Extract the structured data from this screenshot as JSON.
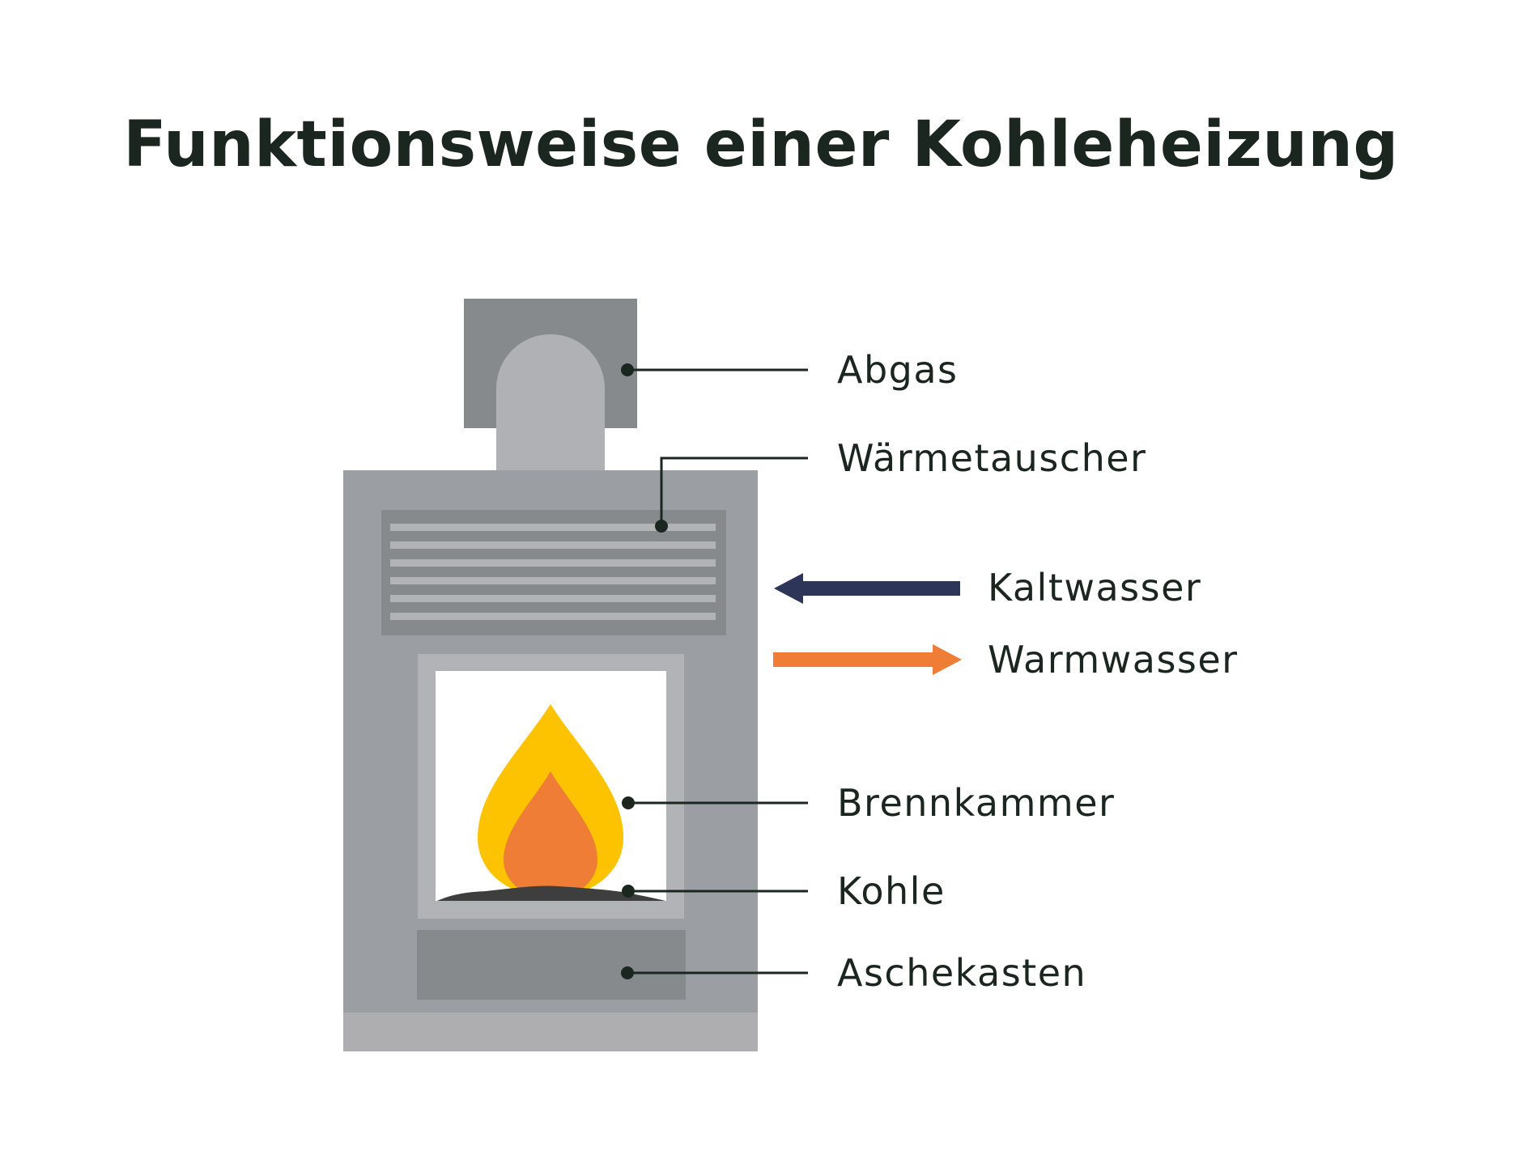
{
  "title": "Funktionsweise einer Kohleheizung",
  "labels": {
    "abgas": "Abgas",
    "waermetauscher": "Wärmetauscher",
    "kaltwasser": "Kaltwasser",
    "warmwasser": "Warmwasser",
    "brennkammer": "Brennkammer",
    "kohle": "Kohle",
    "aschekasten": "Aschekasten"
  },
  "colors": {
    "text": "#1c2621",
    "boiler_body": "#9b9ea2",
    "boiler_dark": "#878a8d",
    "boiler_light": "#b2b3b6",
    "boiler_base": "#aeaeb0",
    "flame_outer": "#fdc300",
    "flame_inner": "#ef7d35",
    "coal": "#3f3e3e",
    "cold_arrow": "#2d3559",
    "warm_arrow": "#ef7d35"
  }
}
